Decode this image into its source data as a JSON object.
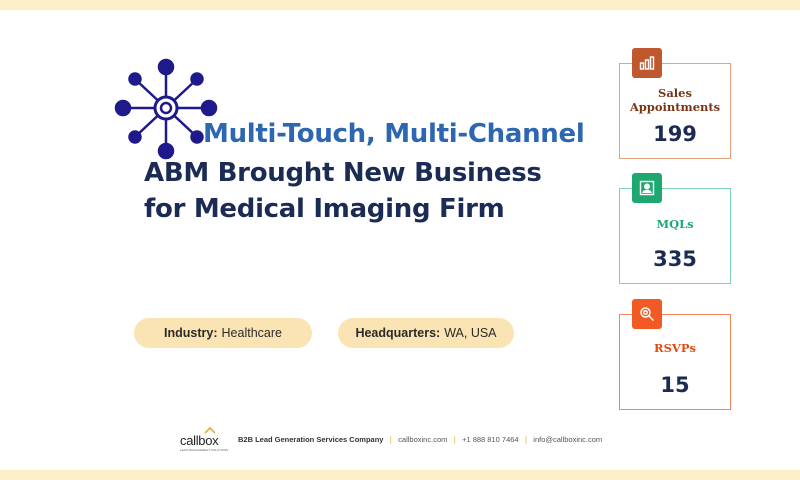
{
  "headline": {
    "line1": "Multi-Touch, Multi-Channel",
    "line2": "ABM Brought New Business",
    "line3": "for Medical Imaging Firm"
  },
  "tags": {
    "industry_label": "Industry:",
    "industry_value": "Healthcare",
    "hq_label": "Headquarters:",
    "hq_value": "WA, USA"
  },
  "stats": [
    {
      "label_line1": "Sales",
      "label_line2": "Appointments",
      "value": "199",
      "icon": "bar-chart-icon",
      "color": "#c0582e"
    },
    {
      "label_line1": "MQLs",
      "label_line2": "",
      "value": "335",
      "icon": "user-icon",
      "color": "#1ea870"
    },
    {
      "label_line1": "RSVPs",
      "label_line2": "",
      "value": "15",
      "icon": "search-icon",
      "color": "#f15a24"
    }
  ],
  "footer": {
    "logo_text": "callbox",
    "logo_tagline": "LEAD MANAGEMENT SOLUTIONS",
    "company": "B2B Lead Generation Services Company",
    "website": "callboxinc.com",
    "phone": "+1 888 810 7464",
    "email": "info@callboxinc.com"
  },
  "colors": {
    "band": "#fcefc9",
    "headline_blue": "#2e67b1",
    "headline_navy": "#1c2b54",
    "icon_navy": "#1e1a8c",
    "pill": "#fbe4b4"
  }
}
